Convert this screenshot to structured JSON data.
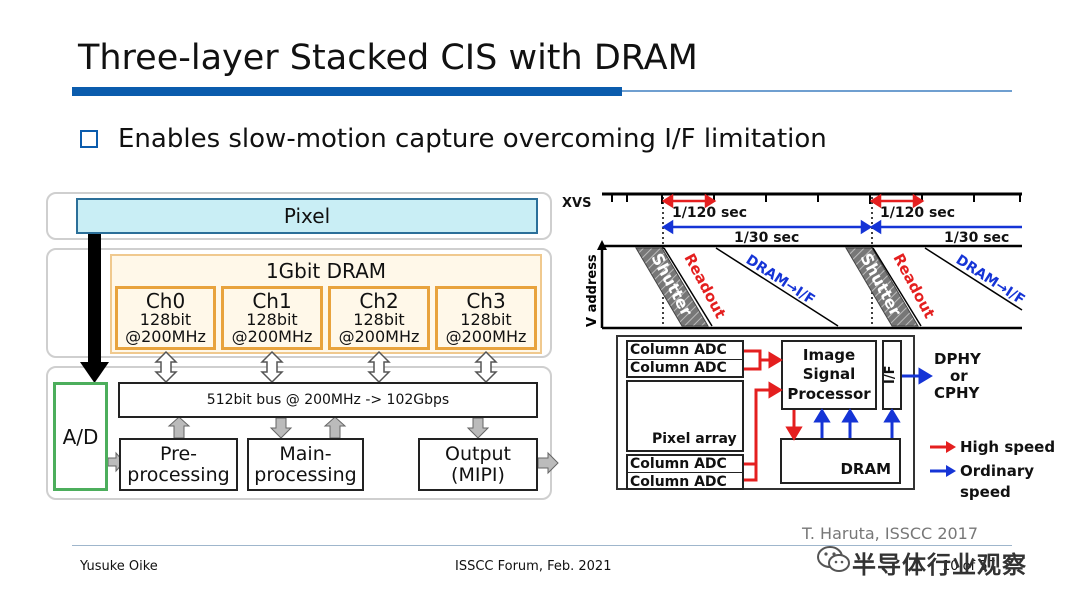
{
  "slide": {
    "title": "Three-layer Stacked CIS with DRAM",
    "bullet": "Enables slow-motion capture overcoming I/F limitation"
  },
  "left_diagram": {
    "pixel": "Pixel",
    "dram_title": "1Gbit DRAM",
    "channels": [
      {
        "name": "Ch0",
        "width": "128bit",
        "freq": "@200MHz"
      },
      {
        "name": "Ch1",
        "width": "128bit",
        "freq": "@200MHz"
      },
      {
        "name": "Ch2",
        "width": "128bit",
        "freq": "@200MHz"
      },
      {
        "name": "Ch3",
        "width": "128bit",
        "freq": "@200MHz"
      }
    ],
    "bus": "512bit bus @ 200MHz -> 102Gbps",
    "ad": "A/D",
    "pre_1": "Pre-",
    "pre_2": "processing",
    "main_1": "Main-",
    "main_2": "processing",
    "out_1": "Output",
    "out_2": "(MIPI)"
  },
  "timing": {
    "xvs": "XVS",
    "t120a": "1/120 sec",
    "t120b": "1/120 sec",
    "t30a": "1/30 sec",
    "t30b": "1/30 sec",
    "vaddr": "V address",
    "shutter": "Shutter",
    "readout": "Readout",
    "dramif": "DRAM→I/F"
  },
  "block": {
    "col_adc": "Column ADC",
    "pixel_array": "Pixel array",
    "isp_1": "Image",
    "isp_2": "Signal",
    "isp_3": "Processor",
    "if": "I/F",
    "dram": "DRAM",
    "dphy": "DPHY",
    "or": "or",
    "cphy": "CPHY",
    "legend_high": "High speed",
    "legend_ord_1": "Ordinary",
    "legend_ord_2": "speed"
  },
  "footer": {
    "citation": "T. Haruta, ISSCC 2017",
    "author": "Yusuke Oike",
    "event": "ISSCC Forum, Feb. 2021",
    "page": "10 of 57",
    "watermark": "半导体行业观察"
  },
  "colors": {
    "accent_blue": "#0b5cad",
    "pixel_fill": "#c9eef5",
    "dram_fill": "#fff8e9",
    "dram_border": "#e8a33d",
    "ad_border": "#4cae5c",
    "high_speed": "#e41f1f",
    "ordinary_speed": "#1534d6"
  }
}
